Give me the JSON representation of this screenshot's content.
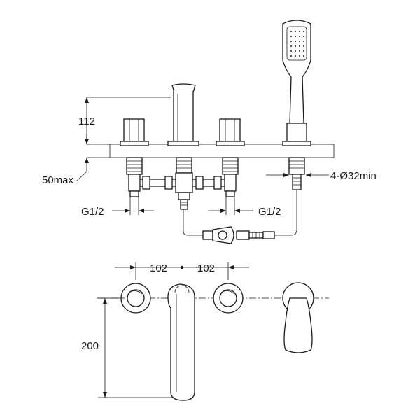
{
  "dimensions": {
    "height_above_deck": "112",
    "deck_thickness_max": "50max",
    "hole_spec": "4-Ø32min",
    "inlet_left": "G1/2",
    "inlet_right": "G1/2",
    "spacing_left": "102",
    "spacing_right": "102",
    "spout_projection": "200"
  },
  "colors": {
    "line": "#1a1a1a",
    "background": "#ffffff",
    "deck_speckle": "#555555"
  }
}
